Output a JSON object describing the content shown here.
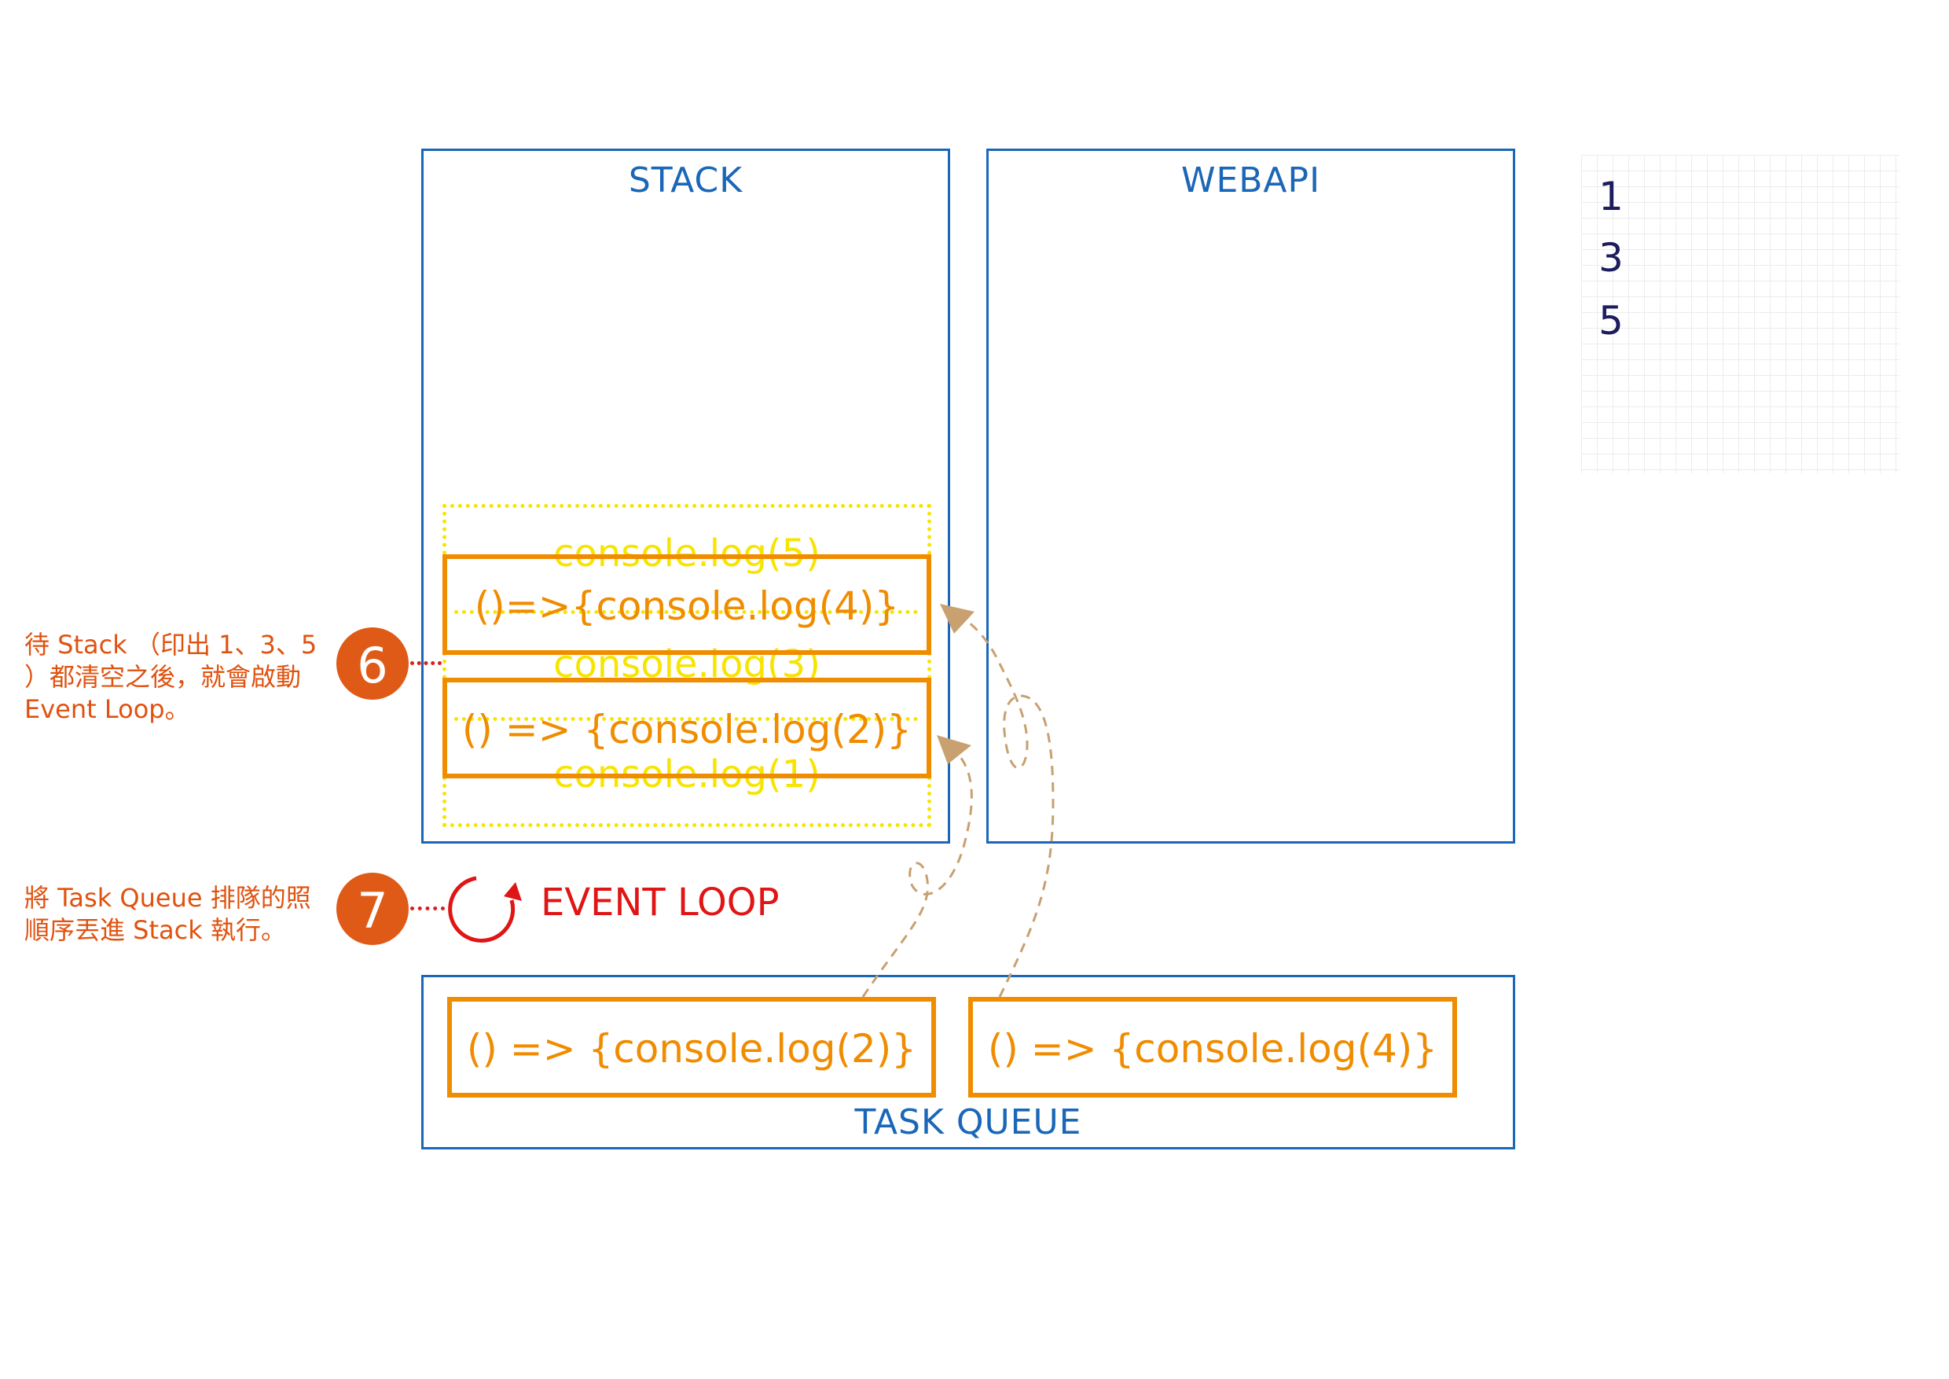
{
  "panels": {
    "stack": "STACK",
    "webapi": "WEBAPI",
    "task_queue": "TASK QUEUE"
  },
  "stack_ghost_frames": [
    "console.log(5)",
    "console.log(3)",
    "console.log(1)"
  ],
  "stack_callbacks": [
    "()=>{console.log(4)}",
    "() => {console.log(2)}"
  ],
  "task_queue_callbacks": [
    "() => {console.log(2)}",
    "() => {console.log(4)}"
  ],
  "steps": [
    {
      "number": "6",
      "text": "待 Stack （印出 1、3、5 ）都清空之後，就會啟動 Event Loop。"
    },
    {
      "number": "7",
      "text": "將 Task Queue 排隊的照順序丟進 Stack 執行。"
    }
  ],
  "event_loop_label": "EVENT LOOP",
  "console_output": [
    "1",
    "3",
    "5"
  ],
  "colors": {
    "panel_border": "#1a67b8",
    "callback": "#f08c00",
    "ghost_frame": "#f7e400",
    "note_text": "#e0520f",
    "badge": "#e05a17",
    "event_loop": "#e01515",
    "arrow": "#c9a070",
    "console_text": "#1c1c5e"
  }
}
